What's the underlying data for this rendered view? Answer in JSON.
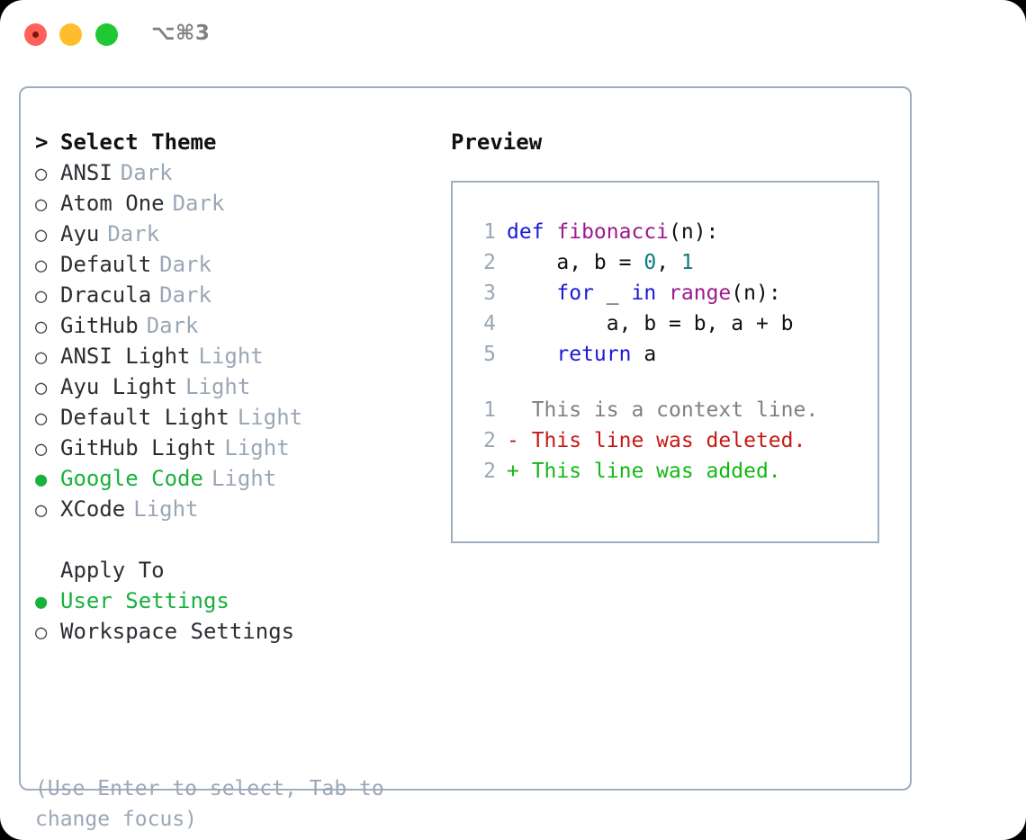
{
  "titlebar": {
    "shortcut": "⌥⌘3",
    "buttons": [
      "close",
      "minimize",
      "maximize"
    ]
  },
  "theme_picker": {
    "header_marker": ">",
    "header_label": "Select Theme",
    "unselected_marker": "○",
    "selected_marker": "●",
    "items": [
      {
        "marker": "○",
        "label": "ANSI",
        "tag": "Dark",
        "selected": false
      },
      {
        "marker": "○",
        "label": "Atom One",
        "tag": "Dark",
        "selected": false
      },
      {
        "marker": "○",
        "label": "Ayu",
        "tag": "Dark",
        "selected": false
      },
      {
        "marker": "○",
        "label": "Default",
        "tag": "Dark",
        "selected": false
      },
      {
        "marker": "○",
        "label": "Dracula",
        "tag": "Dark",
        "selected": false
      },
      {
        "marker": "○",
        "label": "GitHub",
        "tag": "Dark",
        "selected": false
      },
      {
        "marker": "○",
        "label": "ANSI Light",
        "tag": "Light",
        "selected": false
      },
      {
        "marker": "○",
        "label": "Ayu Light",
        "tag": "Light",
        "selected": false
      },
      {
        "marker": "○",
        "label": "Default Light",
        "tag": "Light",
        "selected": false
      },
      {
        "marker": "○",
        "label": "GitHub Light",
        "tag": "Light",
        "selected": false
      },
      {
        "marker": "●",
        "label": "Google Code",
        "tag": "Light",
        "selected": true
      },
      {
        "marker": "○",
        "label": "XCode",
        "tag": "Light",
        "selected": false
      }
    ]
  },
  "apply_to": {
    "header_label": "Apply To",
    "items": [
      {
        "marker": "●",
        "label": "User Settings",
        "selected": true
      },
      {
        "marker": "○",
        "label": "Workspace Settings",
        "selected": false
      }
    ]
  },
  "hint": "(Use Enter to select, Tab to change focus)",
  "preview": {
    "title": "Preview",
    "code_lines": [
      {
        "no": "1",
        "tokens": [
          {
            "t": "def ",
            "c": "kw"
          },
          {
            "t": "fibonacci",
            "c": "fn"
          },
          {
            "t": "(n):",
            "c": "pl"
          }
        ]
      },
      {
        "no": "2",
        "tokens": [
          {
            "t": "    a, b = ",
            "c": "pl"
          },
          {
            "t": "0",
            "c": "num"
          },
          {
            "t": ", ",
            "c": "pl"
          },
          {
            "t": "1",
            "c": "num"
          }
        ]
      },
      {
        "no": "3",
        "tokens": [
          {
            "t": "    ",
            "c": "pl"
          },
          {
            "t": "for",
            "c": "kw"
          },
          {
            "t": " _ ",
            "c": "pl"
          },
          {
            "t": "in",
            "c": "kw"
          },
          {
            "t": " ",
            "c": "pl"
          },
          {
            "t": "range",
            "c": "fn"
          },
          {
            "t": "(n):",
            "c": "pl"
          }
        ]
      },
      {
        "no": "4",
        "tokens": [
          {
            "t": "        a, b = b, a + b",
            "c": "pl"
          }
        ]
      },
      {
        "no": "5",
        "tokens": [
          {
            "t": "    ",
            "c": "pl"
          },
          {
            "t": "return",
            "c": "kw"
          },
          {
            "t": " a",
            "c": "pl"
          }
        ]
      }
    ],
    "diff_lines": [
      {
        "no": "1",
        "text": "  This is a context line.",
        "kind": "ctx"
      },
      {
        "no": "2",
        "text": "- This line was deleted.",
        "kind": "del"
      },
      {
        "no": "2",
        "text": "+ This line was added.",
        "kind": "add"
      }
    ]
  },
  "colors": {
    "accent_green": "#19b13d",
    "border": "#9fadbd",
    "muted": "#9aa7b5",
    "keyword": "#1a1ad6",
    "function": "#9c1a8c",
    "number": "#0d7b7b",
    "deleted": "#c41a16",
    "added": "#14b814"
  }
}
